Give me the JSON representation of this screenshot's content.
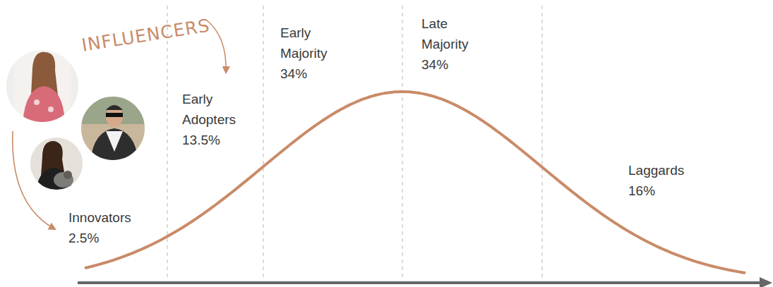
{
  "diagram": {
    "labels": [
      "INFLUENCERS",
      "Innovators 2.5%",
      "Early Adopters 13.5%",
      "Early Majority 34%",
      "Late Majority 34%",
      "Laggards 16%"
    ]
  }
}
